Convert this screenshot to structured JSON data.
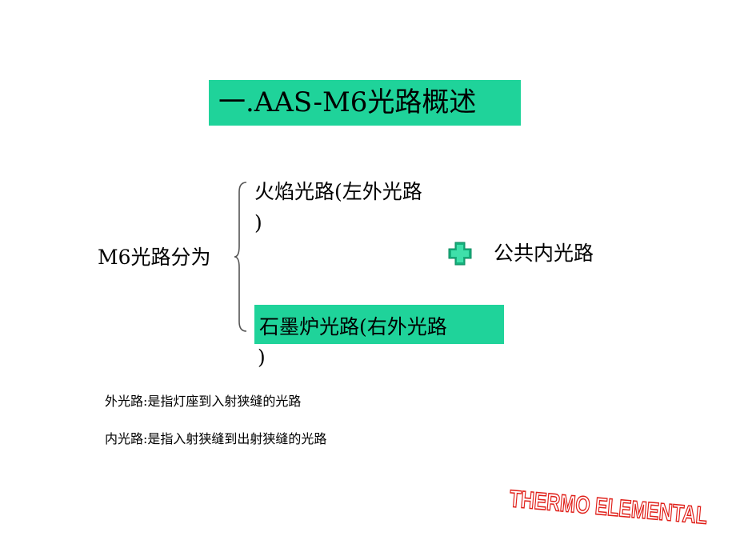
{
  "title": "一.AAS-M6光路概述",
  "split_label": "M6光路分为",
  "flame_path": {
    "line1": "火焰光路(左外光路",
    "line2": ")"
  },
  "furnace_path": {
    "line1": "石墨炉光路(右外光路",
    "line2": ")"
  },
  "plus_icon": "plus-icon",
  "common_path": "公共内光路",
  "notes": [
    "外光路:是指灯座到入射狭缝的光路",
    "内光路:是指入射狭缝到出射狭缝的光路"
  ],
  "logo": {
    "text": "THERMO  ELEMENTAL",
    "color": "#e0201a"
  },
  "colors": {
    "highlight": "#1fd39a",
    "plus": "#16b07c",
    "brace": "#555555"
  }
}
